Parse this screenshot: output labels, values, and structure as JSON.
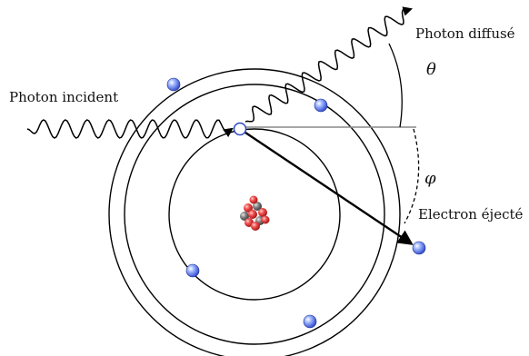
{
  "labels": {
    "incident_photon": "Photon incident",
    "scattered_photon": "Photon diffusé",
    "ejected_electron": "Electron éjecté",
    "theta": "θ",
    "phi": "φ"
  },
  "colors": {
    "line": "#000000",
    "reference_line": "#888888",
    "electron_light": "#9fb6ff",
    "electron_dark": "#2a44c8",
    "proton": "#e02a2a",
    "neutron": "#555555"
  },
  "atom": {
    "orbit_count": 3,
    "electron_count": 5,
    "nucleus_particle_count": 10
  }
}
